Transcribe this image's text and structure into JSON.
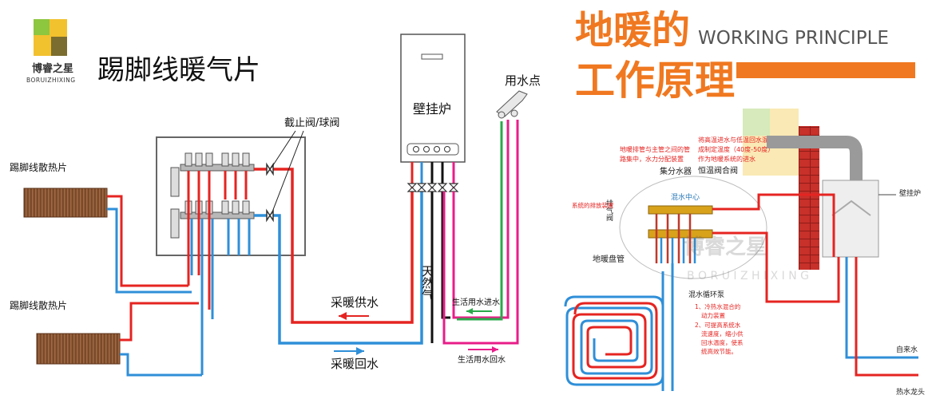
{
  "left": {
    "logo": {
      "brand_cn": "博睿之星",
      "brand_en": "BORUIZHIXING"
    },
    "title": "踢脚线暖气片",
    "boiler_label": "壁挂炉",
    "valve_label": "截止阀/球阀",
    "tap_label": "用水点",
    "radiator_top_label": "踢脚线散热片",
    "radiator_bottom_label": "踢脚线散热片",
    "gas_label": "天然气",
    "heating_supply_label": "采暖供水",
    "heating_return_label": "采暖回水",
    "domestic_in_label": "生活用水进水",
    "domestic_return_label": "生活用水回水"
  },
  "right": {
    "title_line1": "地暖的",
    "title_line2": "工作原理",
    "title_en": "WORKING PRINCIPLE",
    "accent_color": "#f07820",
    "note_pipe": [
      "地暖排管与主管之间的管",
      "路集中，水力分配装置"
    ],
    "note_mix": [
      "将高温进水与低温回水混合",
      "成制定温度（40度-50度）",
      "作为地暖系统的进水"
    ],
    "label_manifold": "集分水器",
    "label_thermostatic": "恒温阀合阀",
    "label_mix_center": "混水中心",
    "label_exhaust": "排气阀",
    "label_exhaust_device": "系统的排放装置",
    "label_floor_coil": "地暖盘管",
    "label_pump": "混水循环泵",
    "pump_notes": [
      "1、冷热水混合的",
      "动力装置",
      "2、可提高系统水",
      "流速度，缩小供",
      "回水温度，使系",
      "统高效节能。"
    ],
    "label_boiler": "壁挂炉",
    "label_cold_in": "自来水",
    "label_hot_tap": "热水龙头",
    "watermark_en": "B O R U I Z H I X I N G"
  }
}
